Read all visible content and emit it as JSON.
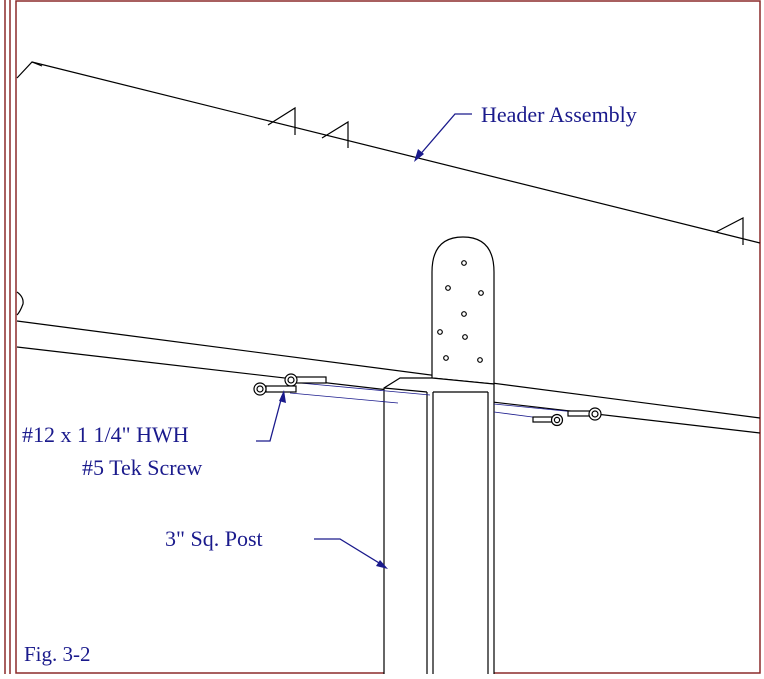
{
  "labels": {
    "header_assembly": "Header Assembly",
    "screw_line1": "#12 x 1 1/4\" HWH",
    "screw_line2": "#5 Tek Screw",
    "post": "3\" Sq. Post",
    "figure": "Fig. 3-2"
  },
  "colors": {
    "label_text": "#1a1a8c",
    "frame": "#8b2a2a",
    "drawing_lines": "#000000"
  }
}
